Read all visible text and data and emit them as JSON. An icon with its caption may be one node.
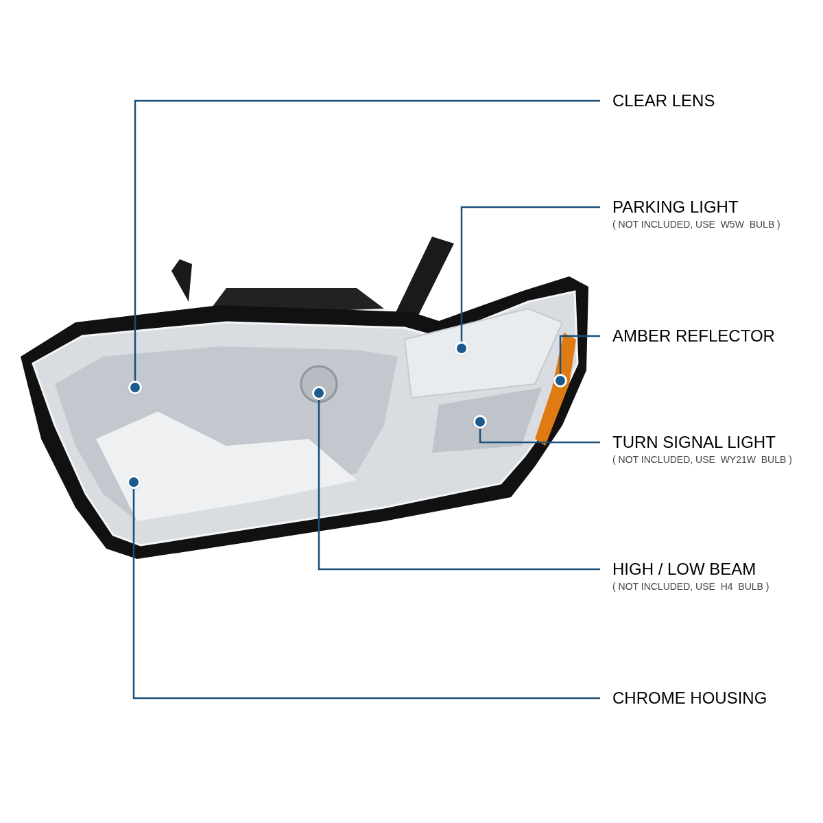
{
  "diagram": {
    "nodes": [
      {
        "text": [
          "CLEAR LENS"
        ]
      },
      {
        "text": [],
        "shape": "circle"
      },
      {
        "text": [
          "PARKING LIGHT",
          "( NOT INCLUDED, USE  W5W  BULB )"
        ]
      },
      {
        "text": [],
        "shape": "circle"
      },
      {
        "text": [
          "AMBER REFLECTOR"
        ]
      },
      {
        "text": [],
        "shape": "circle"
      },
      {
        "text": [
          "TURN SIGNAL LIGHT",
          "( NOT INCLUDED, USE  WY21W  BULB )"
        ]
      },
      {
        "text": [],
        "shape": "circle"
      },
      {
        "text": [
          "HIGH / LOW BEAM",
          "( NOT INCLUDED, USE  H4  BULB )"
        ]
      },
      {
        "text": [],
        "shape": "circle"
      },
      {
        "text": [
          "CHROME HOUSING"
        ]
      },
      {
        "text": [],
        "shape": "circle"
      }
    ],
    "edges": [
      {
        "from": 0,
        "to": 1,
        "arrow": "none"
      },
      {
        "from": 2,
        "to": 3,
        "arrow": "none"
      },
      {
        "from": 4,
        "to": 5,
        "arrow": "none"
      },
      {
        "from": 6,
        "to": 7,
        "arrow": "none"
      },
      {
        "from": 8,
        "to": 9,
        "arrow": "none"
      },
      {
        "from": 10,
        "to": 11,
        "arrow": "none"
      }
    ]
  }
}
